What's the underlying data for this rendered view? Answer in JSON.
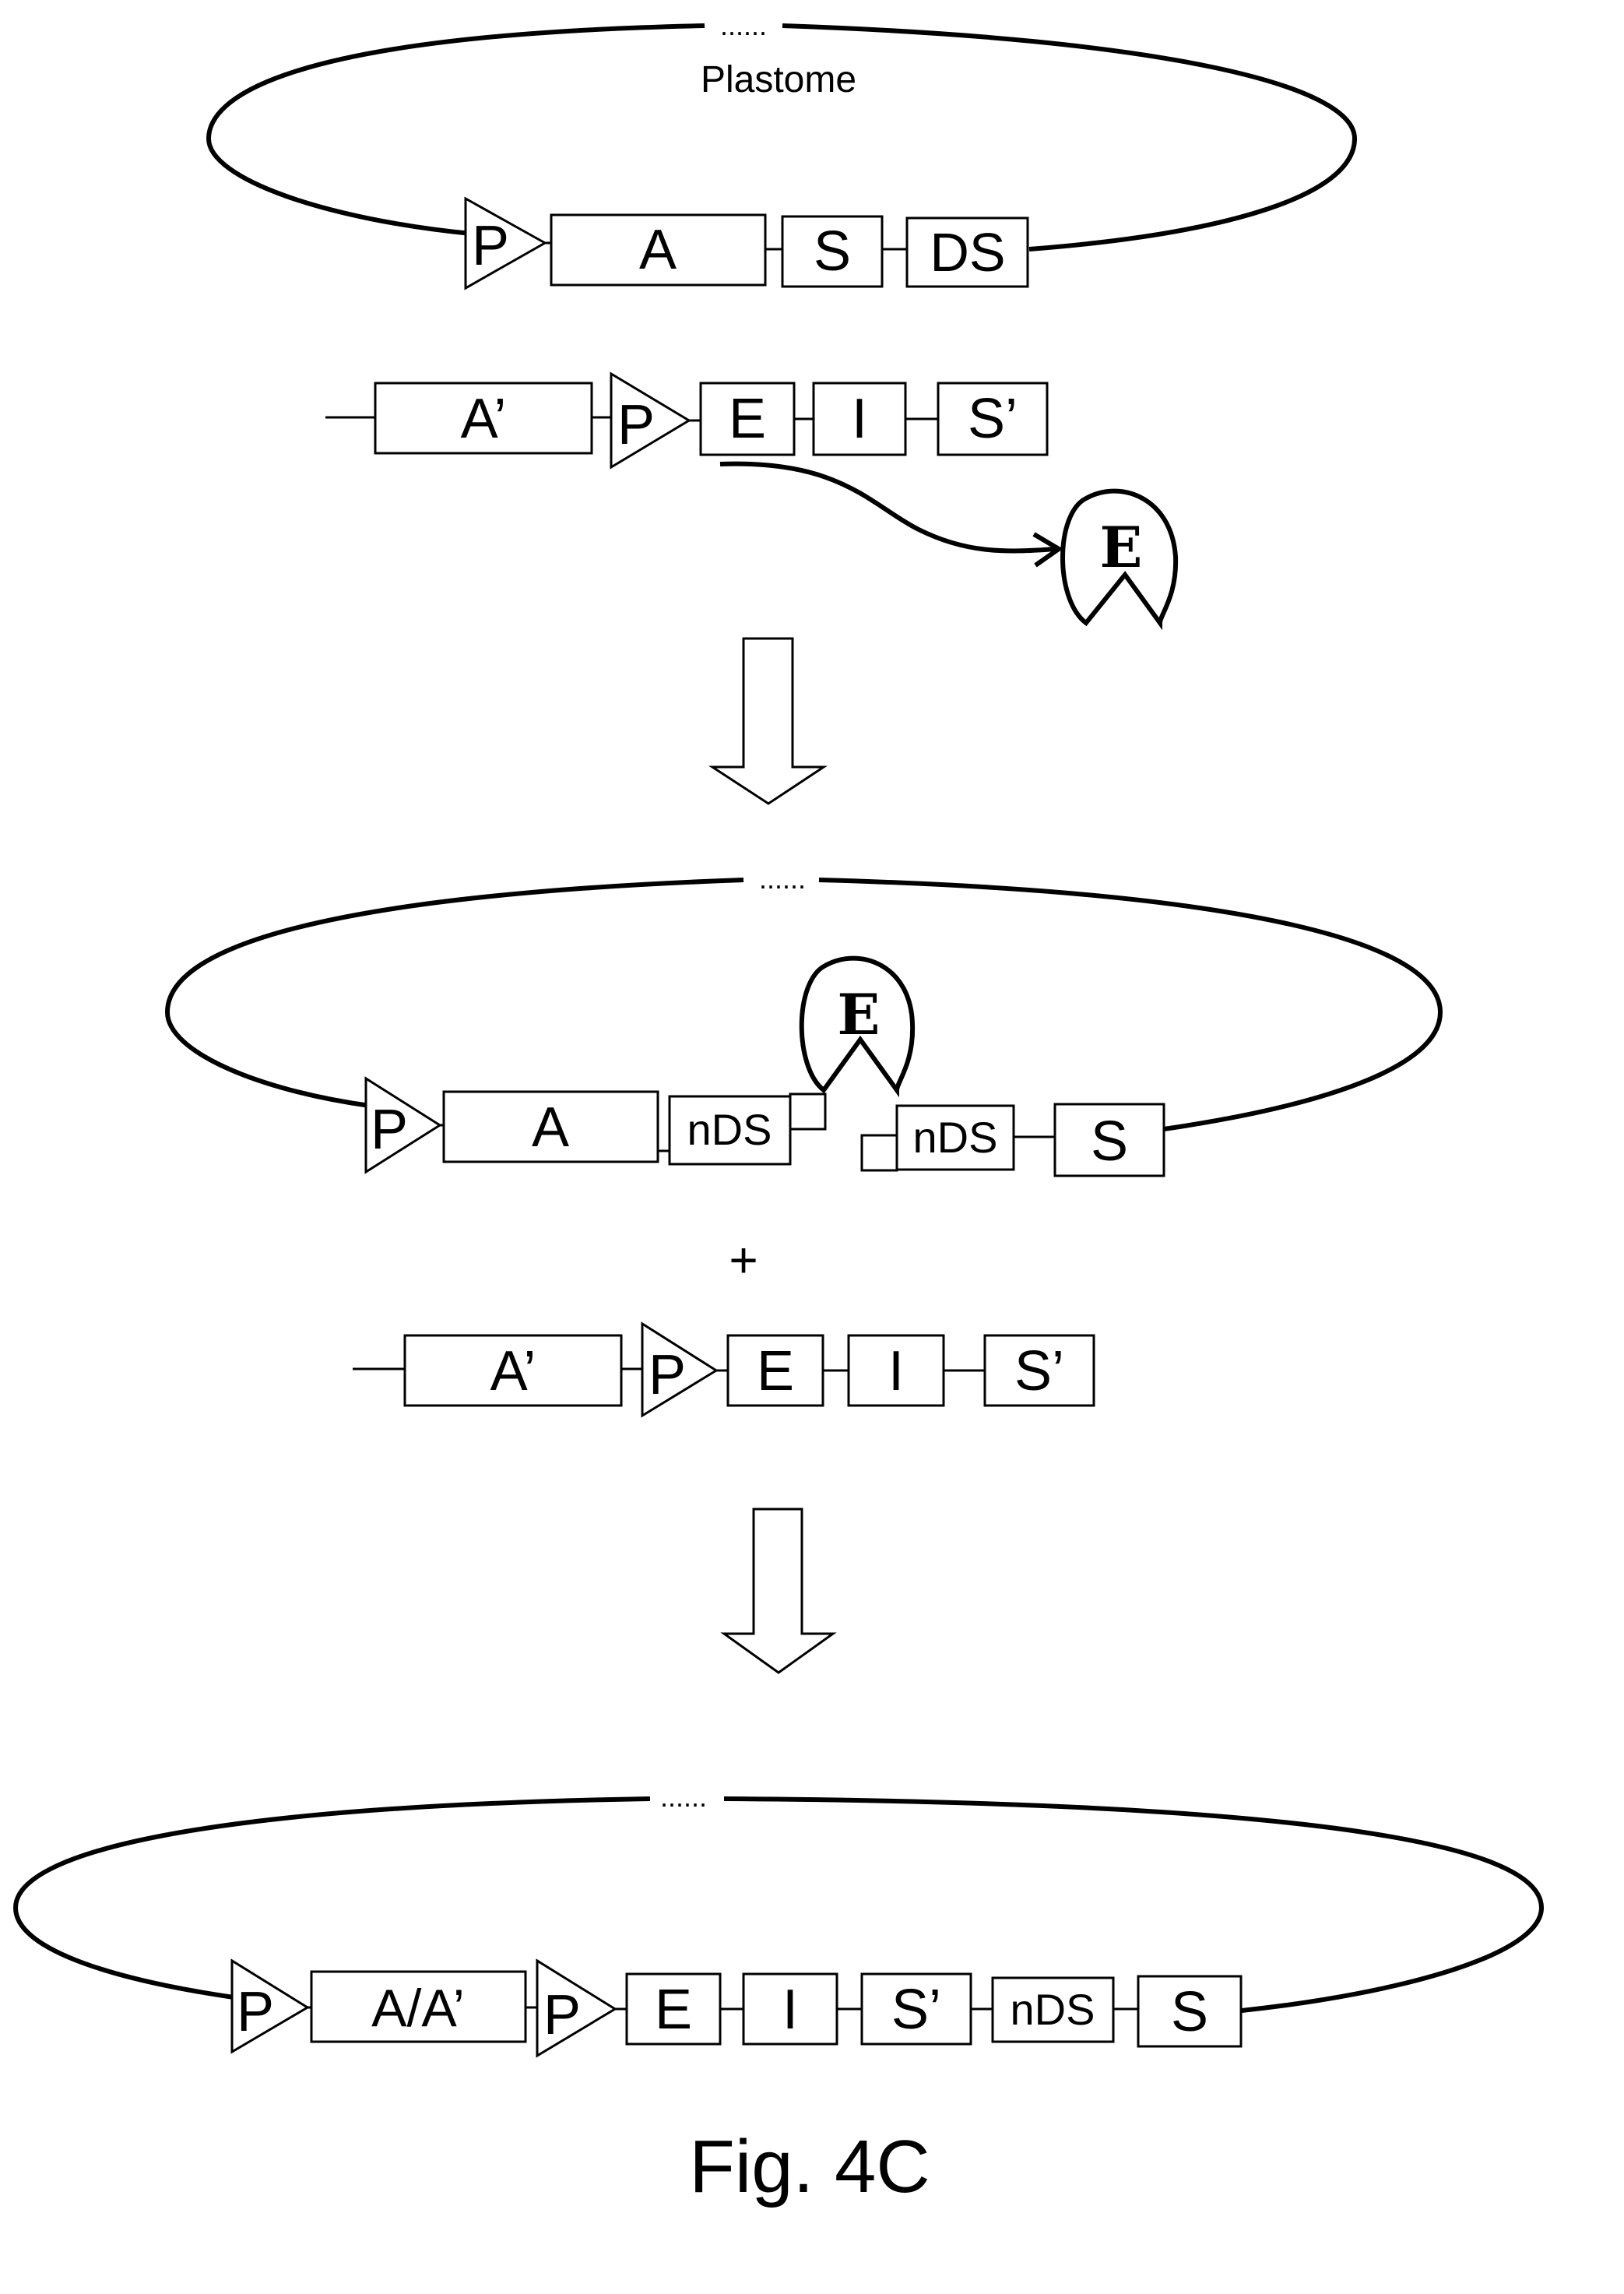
{
  "figure": {
    "caption": "Fig. 4C"
  },
  "step1": {
    "plastome_label": "Plastome",
    "gap_marker": "......",
    "plastome_elements": [
      "P",
      "A",
      "S",
      "DS"
    ],
    "vector_elements": [
      "A’",
      "P",
      "E",
      "I",
      "S’"
    ],
    "enzyme_label": "E"
  },
  "step2": {
    "gap_marker": "......",
    "enzyme_label": "E",
    "left_fragment": [
      "P",
      "A",
      "nDS"
    ],
    "right_fragment": [
      "nDS",
      "S"
    ],
    "plus_sign": "+",
    "vector_elements": [
      "A’",
      "P",
      "E",
      "I",
      "S’"
    ]
  },
  "step3": {
    "gap_marker": "......",
    "integrated_elements": [
      "P",
      "A/A’",
      "P",
      "E",
      "I",
      "S’",
      "nDS",
      "S"
    ]
  },
  "colors": {
    "ink": "#000000",
    "paper": "#ffffff"
  }
}
